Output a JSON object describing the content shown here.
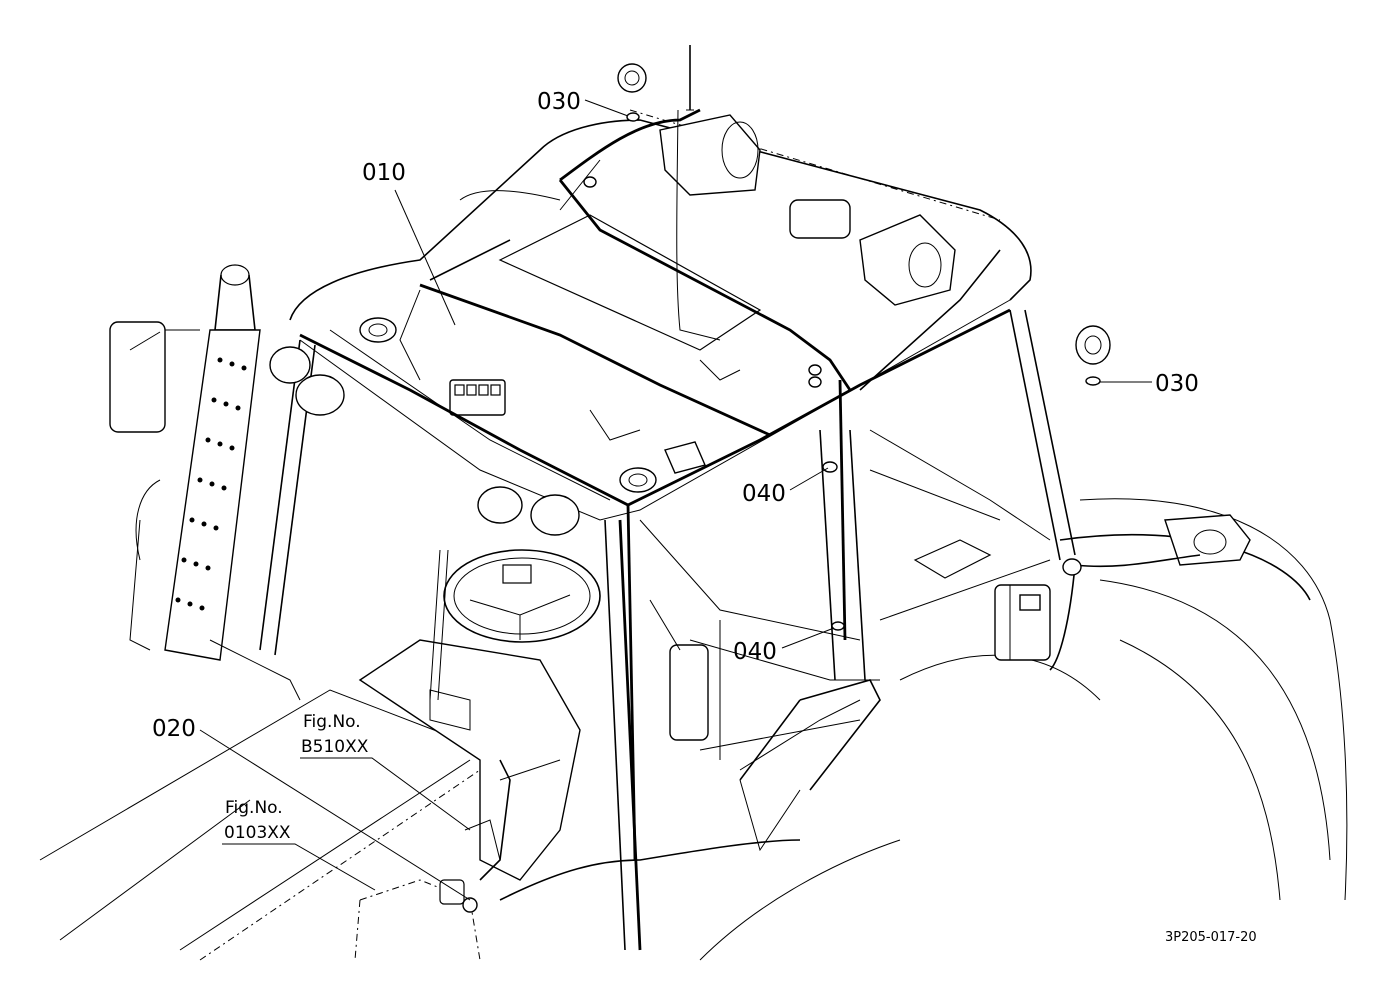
{
  "callouts": [
    {
      "id": "010",
      "label": "010"
    },
    {
      "id": "020",
      "label": "020"
    },
    {
      "id": "030a",
      "label": "030"
    },
    {
      "id": "030b",
      "label": "030"
    },
    {
      "id": "040a",
      "label": "040"
    },
    {
      "id": "040b",
      "label": "040"
    }
  ],
  "references": [
    {
      "line1": "Fig.No.",
      "line2": "B510XX"
    },
    {
      "line1": "Fig.No.",
      "line2": "0103XX"
    }
  ],
  "drawing_code": "3P205-017-20",
  "colors": {
    "line": "#000000",
    "background": "#ffffff"
  }
}
